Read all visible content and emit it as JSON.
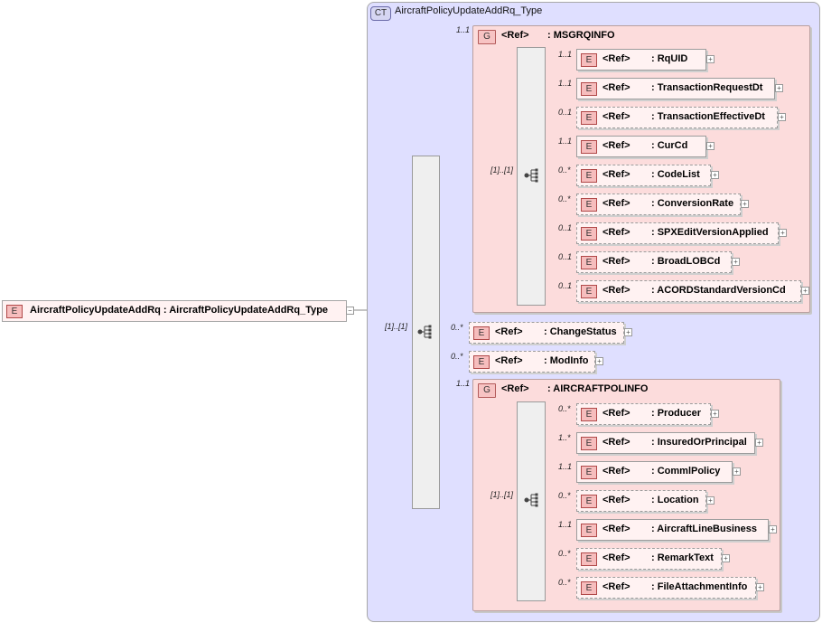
{
  "complex_type": {
    "badge": "CT",
    "name": "AircraftPolicyUpdateAddRq_Type"
  },
  "root": {
    "badge": "E",
    "label": "AircraftPolicyUpdateAddRq : AircraftPolicyUpdateAddRq_Type",
    "collapse": "−"
  },
  "main_sequence": {
    "cardinality": "[1]..[1]"
  },
  "msgrqinfo": {
    "badge": "G",
    "ref": "<Ref>",
    "name": ": MSGRQINFO",
    "cardinality": "1..1",
    "seq_cardinality": "[1]..[1]",
    "elements": [
      {
        "card": "1..1",
        "ref": "<Ref>",
        "name": ": RqUID"
      },
      {
        "card": "1..1",
        "ref": "<Ref>",
        "name": ": TransactionRequestDt"
      },
      {
        "card": "0..1",
        "ref": "<Ref>",
        "name": ": TransactionEffectiveDt"
      },
      {
        "card": "1..1",
        "ref": "<Ref>",
        "name": ": CurCd"
      },
      {
        "card": "0..*",
        "ref": "<Ref>",
        "name": ": CodeList"
      },
      {
        "card": "0..*",
        "ref": "<Ref>",
        "name": ": ConversionRate"
      },
      {
        "card": "0..1",
        "ref": "<Ref>",
        "name": ": SPXEditVersionApplied"
      },
      {
        "card": "0..1",
        "ref": "<Ref>",
        "name": ": BroadLOBCd"
      },
      {
        "card": "0..1",
        "ref": "<Ref>",
        "name": ": ACORDStandardVersionCd"
      }
    ]
  },
  "mid_elements": [
    {
      "card": "0..*",
      "ref": "<Ref>",
      "name": ": ChangeStatus"
    },
    {
      "card": "0..*",
      "ref": "<Ref>",
      "name": ": ModInfo"
    }
  ],
  "aircraftpolinfo": {
    "badge": "G",
    "ref": "<Ref>",
    "name": ": AIRCRAFTPOLINFO",
    "cardinality": "1..1",
    "seq_cardinality": "[1]..[1]",
    "elements": [
      {
        "card": "0..*",
        "ref": "<Ref>",
        "name": ": Producer"
      },
      {
        "card": "1..*",
        "ref": "<Ref>",
        "name": ": InsuredOrPrincipal"
      },
      {
        "card": "1..1",
        "ref": "<Ref>",
        "name": ": CommlPolicy"
      },
      {
        "card": "0..*",
        "ref": "<Ref>",
        "name": ": Location"
      },
      {
        "card": "1..1",
        "ref": "<Ref>",
        "name": ": AircraftLineBusiness"
      },
      {
        "card": "0..*",
        "ref": "<Ref>",
        "name": ": RemarkText"
      },
      {
        "card": "0..*",
        "ref": "<Ref>",
        "name": ": FileAttachmentInfo"
      }
    ]
  },
  "element_badge": "E",
  "expand_glyph": "+"
}
